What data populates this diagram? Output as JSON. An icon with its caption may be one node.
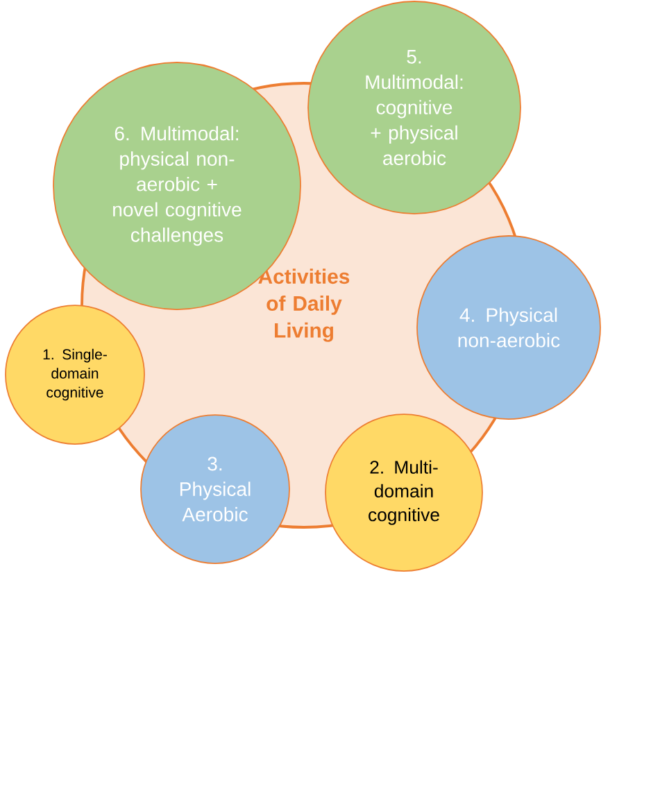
{
  "diagram": {
    "nodes": [
      {
        "text": [
          "Activities of Daily Living"
        ]
      },
      {
        "text": [
          "5. Multimodal: cognitive + physical aerobic"
        ]
      },
      {
        "text": [
          "6. Multimodal: physical non-aerobic + novel cognitive challenges"
        ]
      },
      {
        "text": [
          "4. Physical non-aerobic"
        ]
      },
      {
        "text": [
          "1. Single-domain cognitive"
        ]
      },
      {
        "text": [
          "3. Physical Aerobic"
        ]
      },
      {
        "text": [
          "2. Multi-domain cognitive"
        ]
      }
    ]
  }
}
